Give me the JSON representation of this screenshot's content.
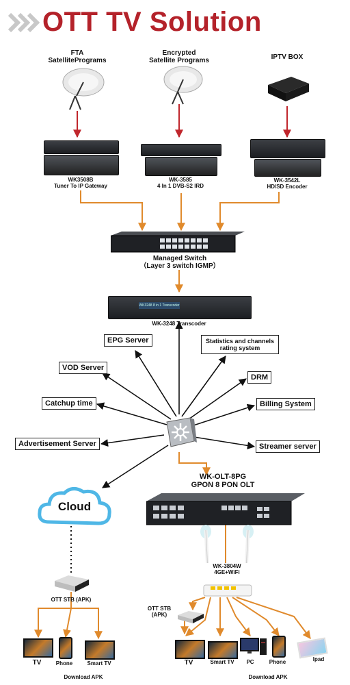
{
  "title": "OTT TV Solution",
  "sources": [
    {
      "label_line1": "FTA",
      "label_line2": "SatellitePrograms"
    },
    {
      "label_line1": "Encrypted",
      "label_line2": "Satellite Programs"
    },
    {
      "label_line1": "IPTV BOX",
      "label_line2": ""
    }
  ],
  "devices": [
    {
      "model": "WK3508B",
      "desc": "Tuner To IP Gateway"
    },
    {
      "model": "WK-3585",
      "desc": "4 In 1 DVB-S2 IRD"
    },
    {
      "model": "WK-3542L",
      "desc": "HD/SD Encoder"
    }
  ],
  "switch": {
    "line1": "Managed Switch",
    "line2": "（Layer 3 switch  IGMP）"
  },
  "transcoder": {
    "label": "WK-3248  Transcoder",
    "panel_text": "WK3248 8 in 1 Transcoder"
  },
  "services": {
    "epg": "EPG Server",
    "stats_line1": "Statistics and channels",
    "stats_line2": "rating system",
    "vod": "VOD Server",
    "drm": "DRM",
    "catchup": "Catchup time",
    "billing": "Billing System",
    "ads": "Advertisement Server",
    "streamer": "Streamer server"
  },
  "cloud": "Cloud",
  "olt": {
    "line1": "WK-OLT-8PG",
    "line2": "GPON 8 PON OLT"
  },
  "router": {
    "line1": "WK-3804W",
    "line2": "4GE+WiFi"
  },
  "left_clients": {
    "stb_label": "OTT STB (APK)",
    "tv": "TV",
    "phone": "Phone",
    "smart_tv": "Smart TV",
    "download": "Download APK"
  },
  "right_clients": {
    "stb_line1": "OTT STB",
    "stb_line2": "(APK)",
    "tv": "TV",
    "smart_tv": "Smart TV",
    "pc": "PC",
    "phone": "Phone",
    "ipad": "Ipad",
    "download": "Download APK"
  },
  "colors": {
    "title_red": "#b4222a",
    "arrow_red": "#c0262c",
    "arrow_orange": "#e08a2c",
    "line_black": "#111111"
  }
}
